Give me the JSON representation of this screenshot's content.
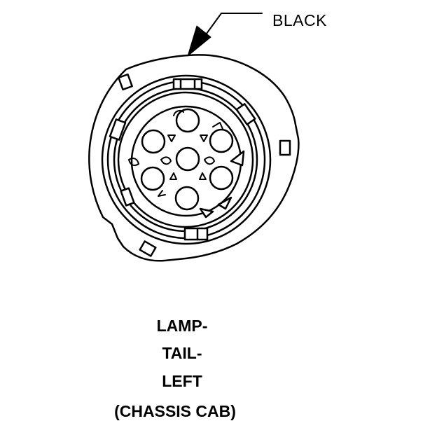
{
  "callout": {
    "label": "BLACK"
  },
  "caption": {
    "line1": "LAMP-",
    "line2": "TAIL-",
    "line3": "LEFT",
    "line4": "(CHASSIS CAB)"
  },
  "colors": {
    "ink": "#000000",
    "paper": "#ffffff"
  }
}
